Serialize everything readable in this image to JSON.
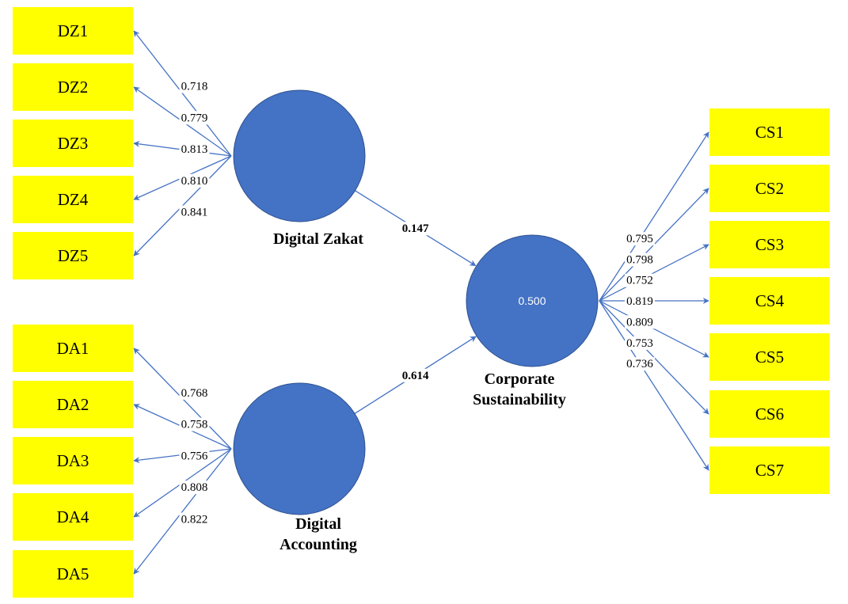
{
  "latents": {
    "dz": {
      "name_lines": [
        "Digital Zakat"
      ],
      "r2": ""
    },
    "da": {
      "name_lines": [
        "Digital",
        "Accounting"
      ],
      "r2": ""
    },
    "cs": {
      "name_lines": [
        "Corporate",
        "Sustainability"
      ],
      "r2": "0.500"
    }
  },
  "indicators": {
    "dz": [
      {
        "label": "DZ1",
        "loading": "0.718"
      },
      {
        "label": "DZ2",
        "loading": "0.779"
      },
      {
        "label": "DZ3",
        "loading": "0.813"
      },
      {
        "label": "DZ4",
        "loading": "0.810"
      },
      {
        "label": "DZ5",
        "loading": "0.841"
      }
    ],
    "da": [
      {
        "label": "DA1",
        "loading": "0.768"
      },
      {
        "label": "DA2",
        "loading": "0.758"
      },
      {
        "label": "DA3",
        "loading": "0.756"
      },
      {
        "label": "DA4",
        "loading": "0.808"
      },
      {
        "label": "DA5",
        "loading": "0.822"
      }
    ],
    "cs": [
      {
        "label": "CS1",
        "loading": "0.795"
      },
      {
        "label": "CS2",
        "loading": "0.798"
      },
      {
        "label": "CS3",
        "loading": "0.752"
      },
      {
        "label": "CS4",
        "loading": "0.819"
      },
      {
        "label": "CS5",
        "loading": "0.809"
      },
      {
        "label": "CS6",
        "loading": "0.753"
      },
      {
        "label": "CS7",
        "loading": "0.736"
      }
    ]
  },
  "paths": [
    {
      "from": "dz",
      "to": "cs",
      "coef": "0.147"
    },
    {
      "from": "da",
      "to": "cs",
      "coef": "0.614"
    }
  ],
  "colors": {
    "indicator_fill": "#ffff00",
    "latent_fill": "#4472c4",
    "edge": "#4472c4"
  }
}
